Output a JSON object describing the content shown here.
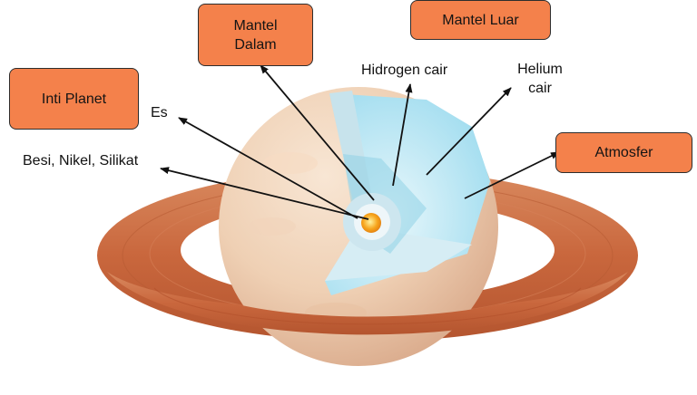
{
  "colors": {
    "callout_fill": "#f4814b",
    "callout_border": "#2d2d2d",
    "ring": "#c9673d",
    "planet_surface": "#efd0b4",
    "ice_layer": "#b3e7f5",
    "core": "#f7a51c",
    "arrow": "#111111"
  },
  "callouts": {
    "inti_planet": "Inti Planet",
    "mantel_dalam_line1": "Mantel",
    "mantel_dalam_line2": "Dalam",
    "mantel_luar": "Mantel Luar",
    "atmosfer": "Atmosfer"
  },
  "labels": {
    "es": "Es",
    "besi": "Besi, Nikel, Silikat",
    "hidrogen": "Hidrogen cair",
    "helium_line1": "Helium",
    "helium_line2": "cair"
  }
}
